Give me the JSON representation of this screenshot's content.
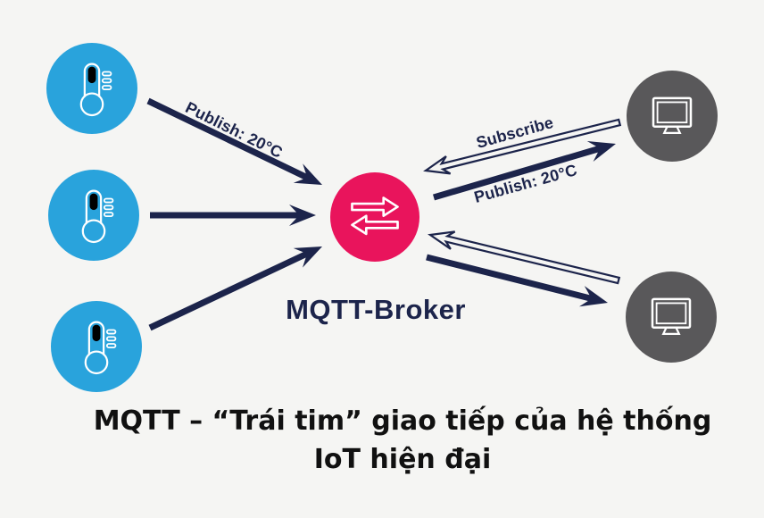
{
  "title": {
    "line1": "MQTT – “Trái tim” giao tiếp của hệ thống",
    "line2": "IoT hiện đại"
  },
  "labels": {
    "publish_left": "Publish: 20°C",
    "subscribe": "Subscribe",
    "publish_right": "Publish: 20°C"
  },
  "broker": {
    "label": "MQTT-Broker",
    "icon": "exchange-arrows-icon"
  },
  "sensors": [
    {
      "icon": "thermometer-icon"
    },
    {
      "icon": "thermometer-icon"
    },
    {
      "icon": "thermometer-icon"
    }
  ],
  "clients": [
    {
      "icon": "monitor-icon"
    },
    {
      "icon": "monitor-icon"
    }
  ],
  "colors": {
    "background": "#F5F5F3",
    "sensor_blue": "#29A3DC",
    "broker_pink": "#E9145C",
    "client_gray": "#59585A",
    "arrow_navy": "#1C244B",
    "title_black": "#111111",
    "icon_white": "#FFFFFF"
  }
}
